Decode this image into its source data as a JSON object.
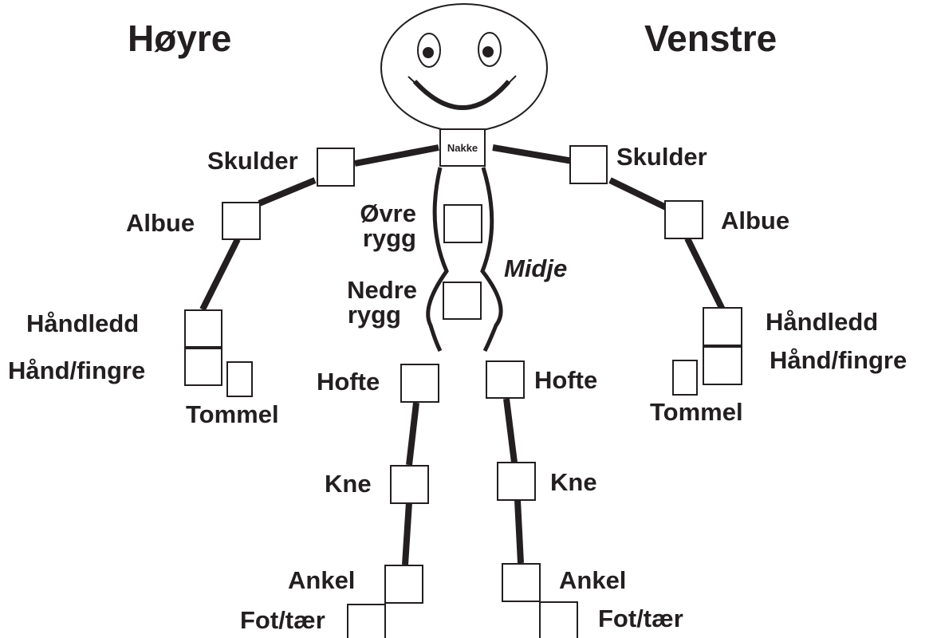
{
  "sides": {
    "right": "Høyre",
    "left": "Venstre"
  },
  "body_parts": {
    "neck": "Nakke",
    "shoulder": "Skulder",
    "elbow": "Albue",
    "wrist": "Håndledd",
    "hand_fingers": "Hånd/fingre",
    "thumb": "Tommel",
    "upper_back_line1": "Øvre",
    "upper_back_line2": "rygg",
    "waist": "Midje",
    "lower_back_line1": "Nedre",
    "lower_back_line2": "rygg",
    "hip": "Hofte",
    "knee": "Kne",
    "ankle": "Ankel",
    "foot_toes": "Fot/tær"
  },
  "checkboxes": {
    "neck": false,
    "upper_back": false,
    "lower_back": false,
    "right_shoulder": false,
    "right_elbow": false,
    "right_wrist": false,
    "right_hand": false,
    "right_thumb": false,
    "right_hip": false,
    "right_knee": false,
    "right_ankle": false,
    "right_foot": false,
    "left_shoulder": false,
    "left_elbow": false,
    "left_wrist": false,
    "left_hand": false,
    "left_thumb": false,
    "left_hip": false,
    "left_knee": false,
    "left_ankle": false,
    "left_foot": false
  },
  "colors": {
    "ink": "#231f20",
    "background": "#ffffff"
  }
}
